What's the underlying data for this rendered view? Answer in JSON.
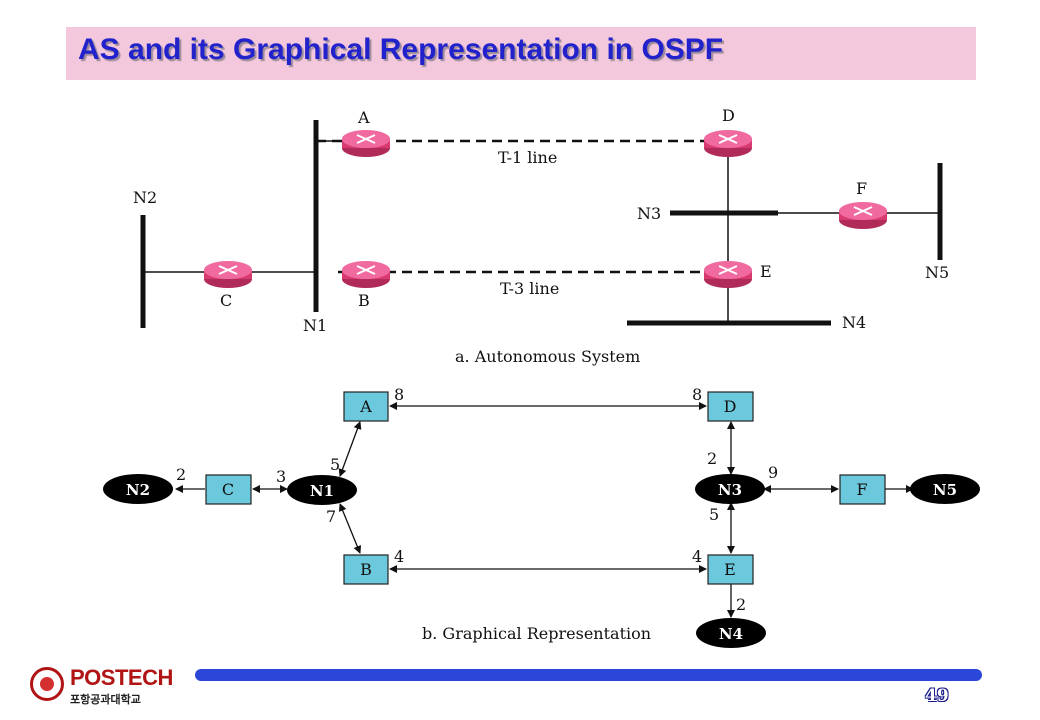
{
  "title": "AS and its Graphical Representation in OSPF",
  "diagram_a": {
    "caption": "a. Autonomous System",
    "routers": [
      "A",
      "B",
      "C",
      "D",
      "E",
      "F"
    ],
    "networks": [
      "N1",
      "N2",
      "N3",
      "N4",
      "N5"
    ],
    "links": {
      "t1": "T-1 line",
      "t3": "T-3 line"
    }
  },
  "diagram_b": {
    "caption": "b. Graphical Representation",
    "routers": [
      "A",
      "B",
      "C",
      "D",
      "E",
      "F"
    ],
    "networks": [
      "N1",
      "N2",
      "N3",
      "N4",
      "N5"
    ],
    "costs": {
      "a_to_d": "8",
      "d_to_a": "8",
      "n1_to_a": "5",
      "n1_to_b": "7",
      "c_to_n2": "2",
      "n1_to_c": "3",
      "b_to_e": "4",
      "e_to_b": "4",
      "d_to_n3": "2",
      "n3_to_f": "9",
      "e_to_n3": "5",
      "e_to_n4": "2"
    }
  },
  "footer": {
    "logo_name": "POSTECH",
    "logo_sub": "포항공과대학교",
    "page_number": "49"
  },
  "colors": {
    "title_bg": "#f4c8dc",
    "title_text": "#2222cc",
    "router": "#e8407a",
    "router_box": "#6cc8dc",
    "network_node": "#000000",
    "footer_bar": "#2b46d9"
  },
  "icons": {
    "router": "router-icon",
    "logo": "postech-logo-icon"
  }
}
